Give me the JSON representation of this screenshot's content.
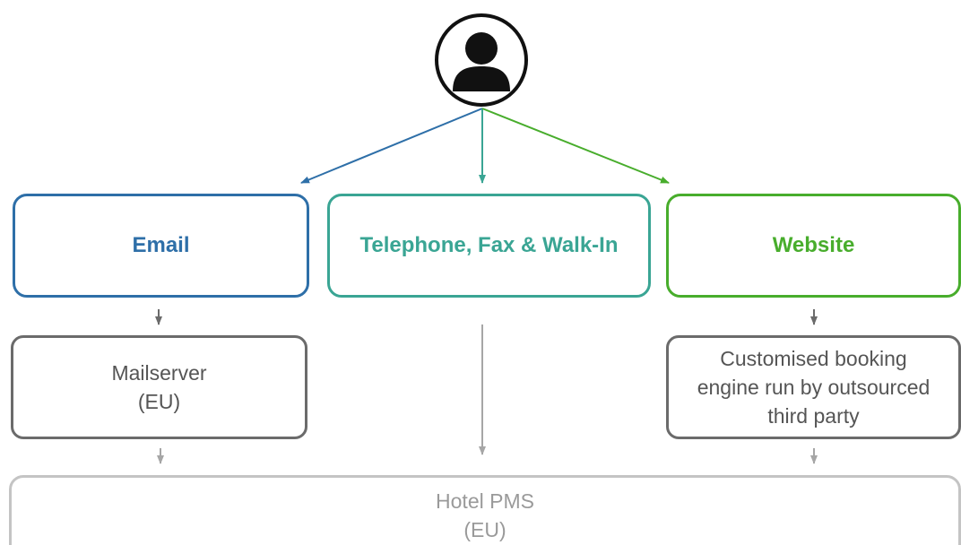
{
  "diagram": {
    "user": {
      "icon": "person-icon"
    },
    "channels": {
      "email": {
        "label": "Email",
        "color": "#2e6fa8"
      },
      "telephone": {
        "label": "Telephone, Fax & Walk-In",
        "color": "#3aa594"
      },
      "website": {
        "label": "Website",
        "color": "#48ad2c"
      }
    },
    "mailserver": {
      "line1": "Mailserver",
      "line2": "(EU)"
    },
    "booking_engine": {
      "line1": "Customised booking",
      "line2": "engine run by outsourced",
      "line3": "third party"
    },
    "pms": {
      "line1": "Hotel PMS",
      "line2": "(EU)"
    },
    "colors": {
      "mid_border": "#6b6b6b",
      "pms_border": "#c4c4c4",
      "arrow_gray": "#6b6b6b",
      "arrow_light": "#a6a6a6"
    }
  }
}
